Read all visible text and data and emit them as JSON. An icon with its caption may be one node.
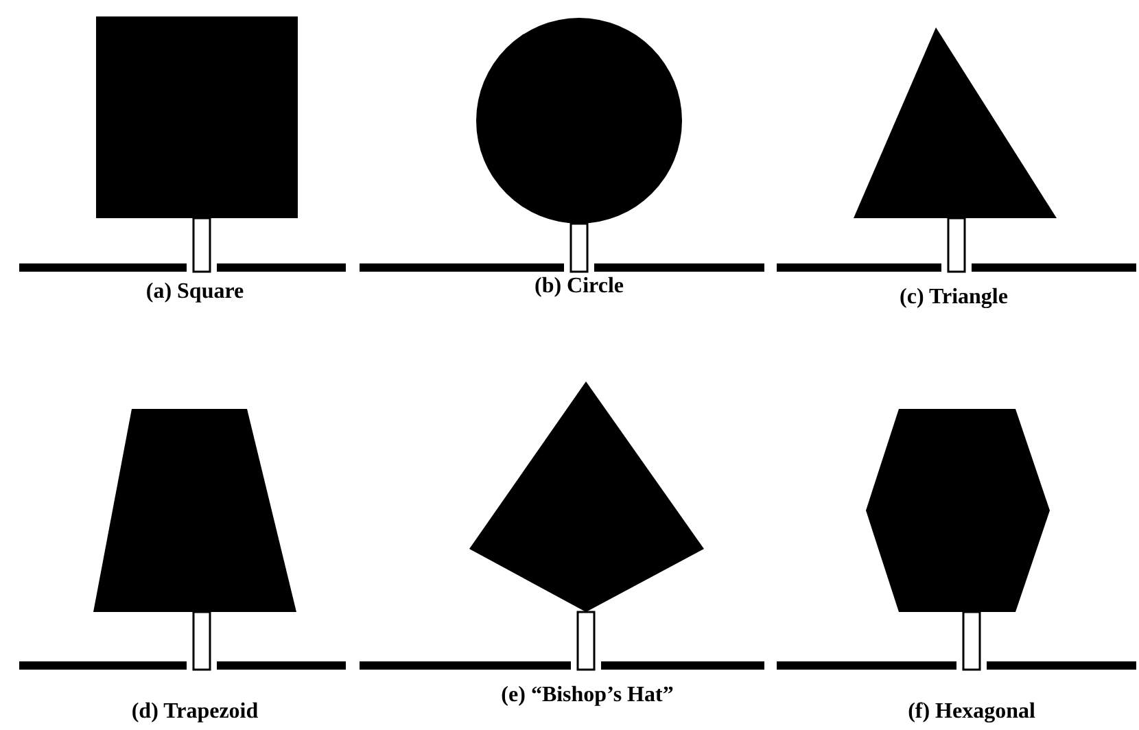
{
  "diagram": {
    "labels": [
      "(a) Square",
      "(b) Circle",
      "(c) Triangle",
      "(d) Trapezoid",
      "(e) “Bishop’s Hat”",
      "(f) Hexagonal"
    ]
  }
}
